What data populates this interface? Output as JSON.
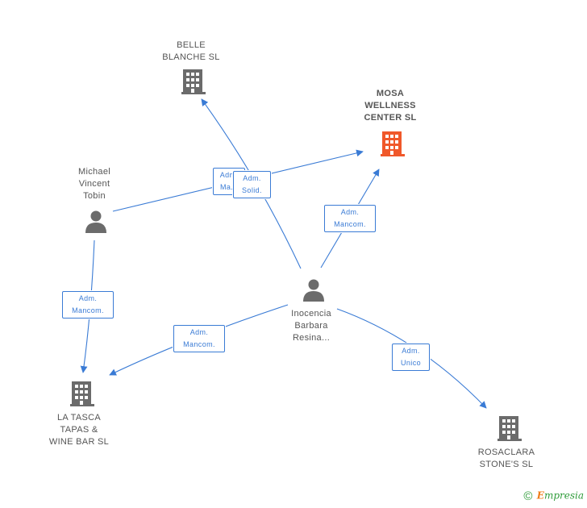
{
  "nodes": {
    "belle_blanche": {
      "label": "BELLE\nBLANCHE  SL",
      "type": "company"
    },
    "mosa_wellness": {
      "label": "MOSA\nWELLNESS\nCENTER SL",
      "type": "company-focus"
    },
    "michael_tobin": {
      "label": "Michael\nVincent\nTobin",
      "type": "person"
    },
    "inocencia_resina": {
      "label": "Inocencia\nBarbara\nResina...",
      "type": "person"
    },
    "la_tasca": {
      "label": "LA TASCA\nTAPAS &\nWINE BAR SL",
      "type": "company"
    },
    "rosaclara": {
      "label": "ROSACLARA\nSTONE'S SL",
      "type": "company"
    }
  },
  "edge_labels": {
    "michael_to_mosa_behind": "Adm.\nMa...",
    "inocencia_to_belle": "Adm.\nSolid.",
    "inocencia_to_mosa": "Adm.\nMancom.",
    "michael_to_la_tasca": "Adm.\nMancom.",
    "inocencia_to_la_tasca": "Adm.\nMancom.",
    "inocencia_to_rosaclara": "Adm.\nUnico"
  },
  "colors": {
    "edge": "#3a7bd5",
    "company_icon": "#6b6b6b",
    "focus_icon": "#f0582a",
    "person_icon": "#6b6b6b"
  },
  "footer": {
    "copyright_symbol": "©",
    "brand_first": "E",
    "brand_rest": "mpresia"
  }
}
